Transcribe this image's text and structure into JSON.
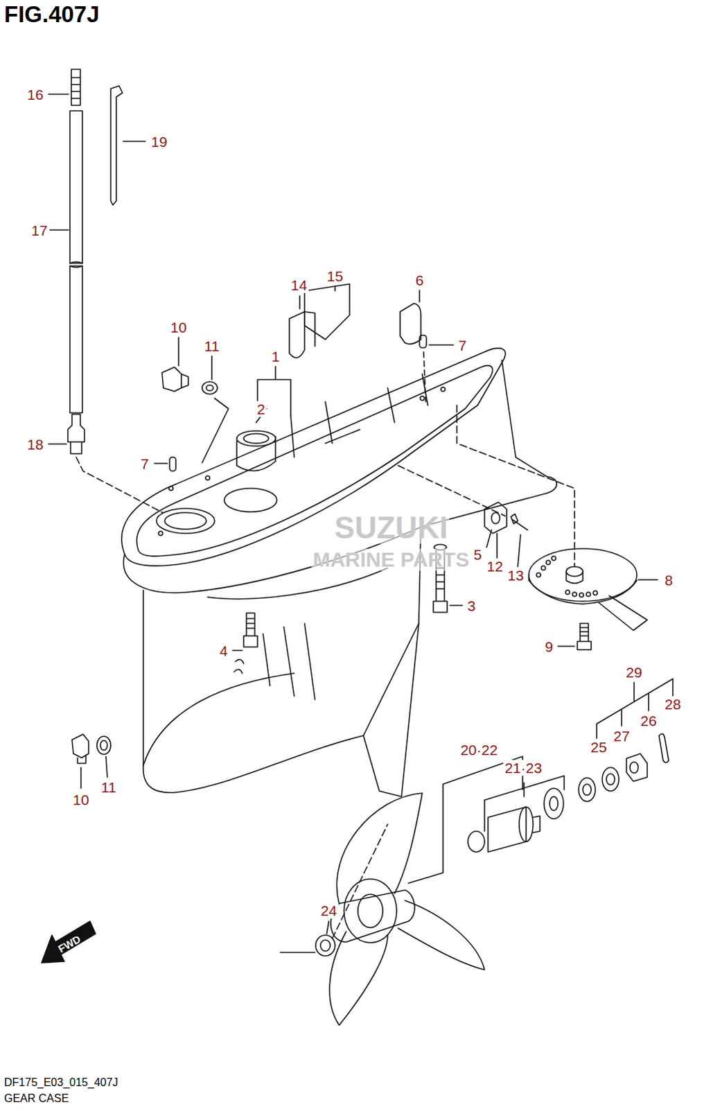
{
  "diagram": {
    "title": "FIG.407J",
    "caption": "GEAR CASE",
    "labels": [
      "16",
      "19",
      "17",
      "14",
      "15",
      "6",
      "10",
      "11",
      "1",
      "2",
      "7",
      "7",
      "18",
      "5",
      "12",
      "13",
      "8",
      "3",
      "4",
      "9",
      "29",
      "28",
      "26",
      "27",
      "25",
      "10",
      "11",
      "20·22",
      "21·23",
      "24",
      "FWD",
      "SUZUKI",
      "MARINE PARTS",
      "DF175_E03_015_407J"
    ]
  }
}
